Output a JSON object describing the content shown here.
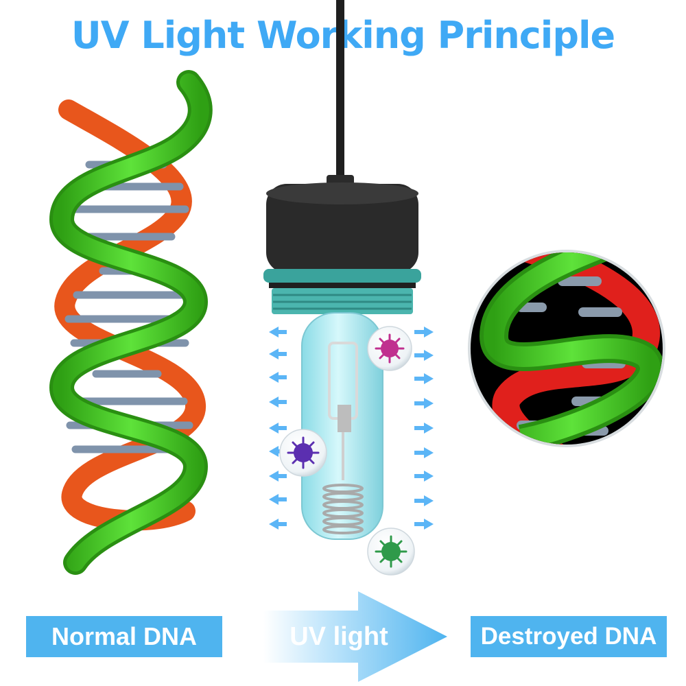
{
  "title": "UV Light Working Principle",
  "labels": {
    "normal": "Normal DNA",
    "uv": "UV light",
    "destroyed": "Destroyed DNA"
  },
  "colors": {
    "title": "#3fa9f5",
    "label_bg": "#4fb4ef",
    "helix_green": "#3dc81e",
    "helix_orange": "#e8561c",
    "destroyed_red": "#e0201c",
    "base_pair": "#7f93ab",
    "lamp_cap": "#2a2a2a",
    "lamp_ring": "#3aa39c",
    "lamp_tube": "#a6eaf2"
  },
  "icons": [
    "virus-icon-magenta",
    "virus-icon-purple",
    "virus-icon-green",
    "uv-arrow-icon"
  ]
}
